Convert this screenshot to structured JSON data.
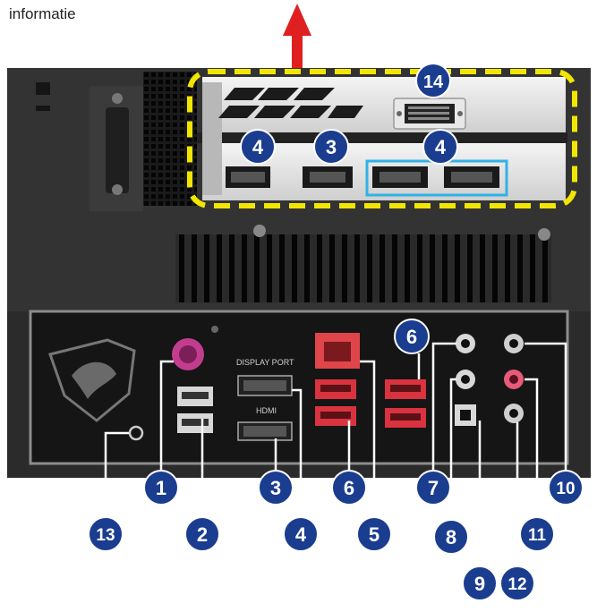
{
  "caption": "informatie",
  "panel_labels": {
    "display_port": "DISPLAY PORT",
    "hdmi": "HDMI"
  },
  "colors": {
    "callout_blue": "#1a3d8f",
    "highlight_yellow": "#f2e600",
    "arrow_red": "#e02020",
    "usb_red": "#d9333f",
    "lan_red": "#e0454a",
    "cyan_box": "#2fb3e6"
  },
  "callouts": {
    "c1": "1",
    "c2": "2",
    "c3": "3",
    "c4": "4",
    "c5": "5",
    "c6": "6",
    "c7": "7",
    "c8": "8",
    "c9": "9",
    "c10": "10",
    "c11": "11",
    "c12": "12",
    "c13": "13",
    "c14": "14",
    "gpu_hdmi": "3",
    "gpu_dp_left": "4",
    "gpu_dp_right": "4",
    "panel_usb": "6"
  }
}
